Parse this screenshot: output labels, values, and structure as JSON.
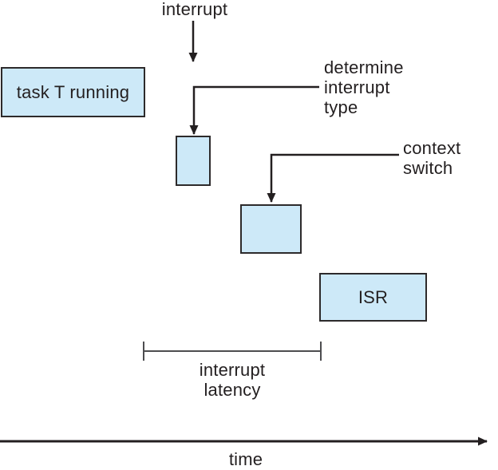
{
  "colors": {
    "background": "#ffffff",
    "box_fill": "#cde9f8",
    "box_border": "#2d2a2b",
    "line": "#231f20",
    "bracket": "#4d4d4f",
    "text": "#231f20"
  },
  "labels": {
    "interrupt_event": "interrupt",
    "task_running": "task T running",
    "determine_interrupt_type": "determine\ninterrupt\ntype",
    "context_switch": "context\nswitch",
    "isr": "ISR",
    "interrupt_latency": "interrupt\nlatency",
    "time_axis": "time"
  }
}
